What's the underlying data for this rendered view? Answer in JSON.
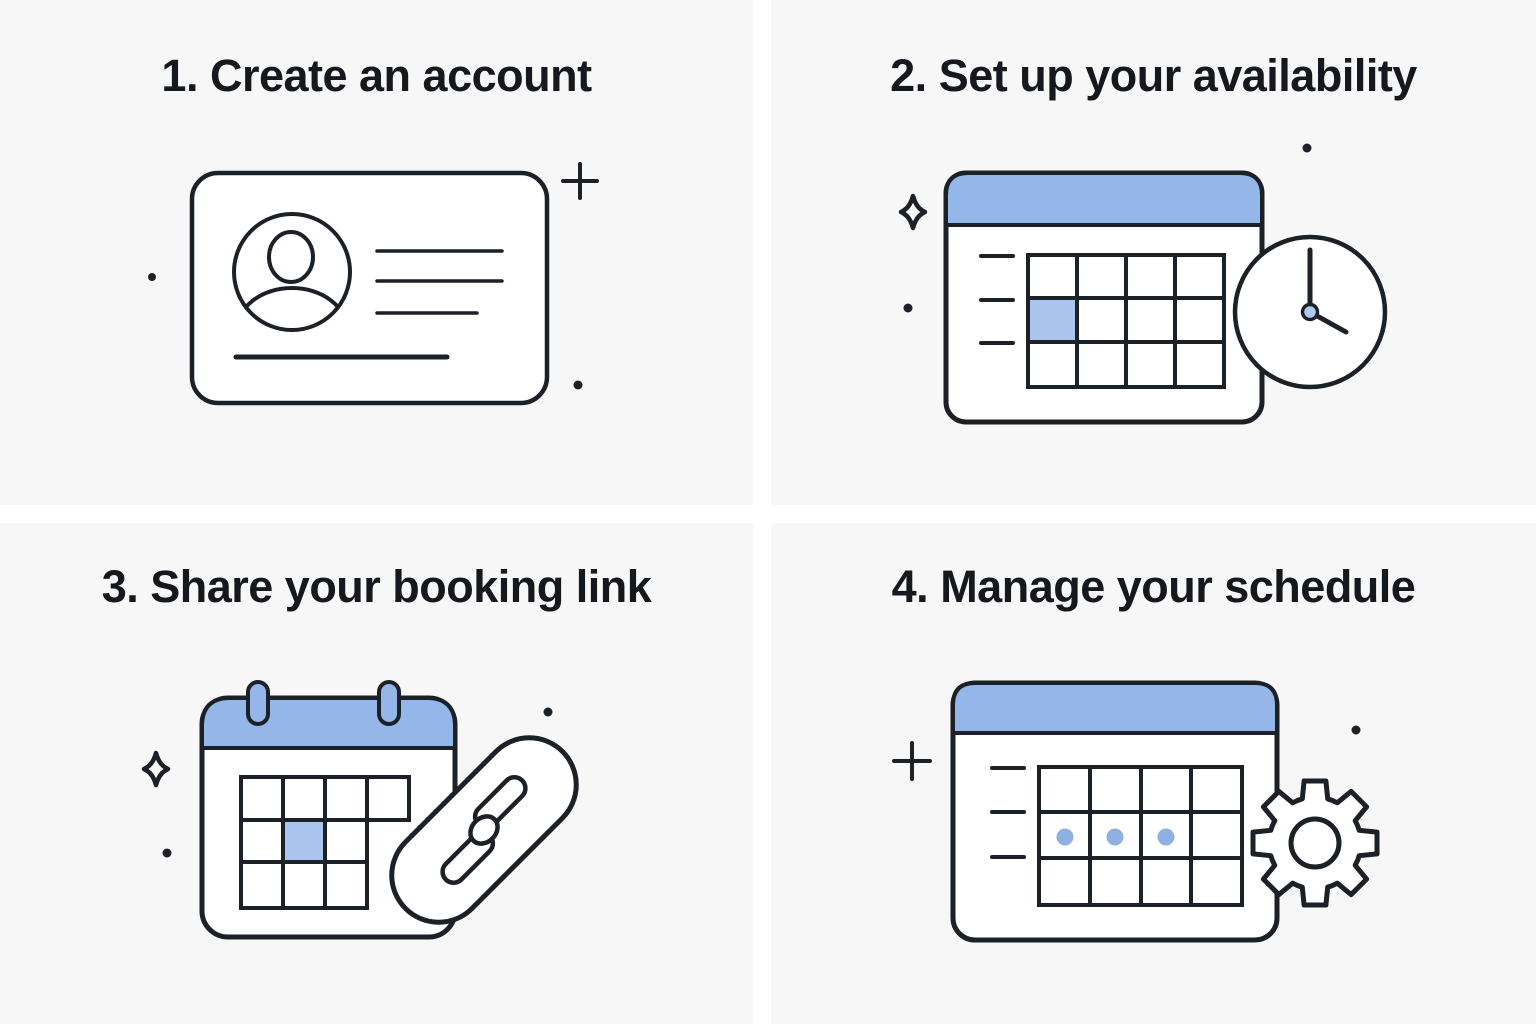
{
  "colors": {
    "gutter": "#ffffff",
    "panel_bg": "#f7f7f8",
    "text": "#15181d",
    "stroke": "#1c2127",
    "blue_header": "#94b6e8",
    "blue_cell": "#a9c5ee",
    "blue_dot": "#8fb1e1",
    "blue_clock_center": "#adc9f0"
  },
  "steps": [
    {
      "title": "1. Create an account",
      "icon": "id-card"
    },
    {
      "title": "2. Set up your availability",
      "icon": "calendar-clock"
    },
    {
      "title": "3. Share your booking link",
      "icon": "calendar-link"
    },
    {
      "title": "4. Manage your schedule",
      "icon": "calendar-gear"
    }
  ]
}
